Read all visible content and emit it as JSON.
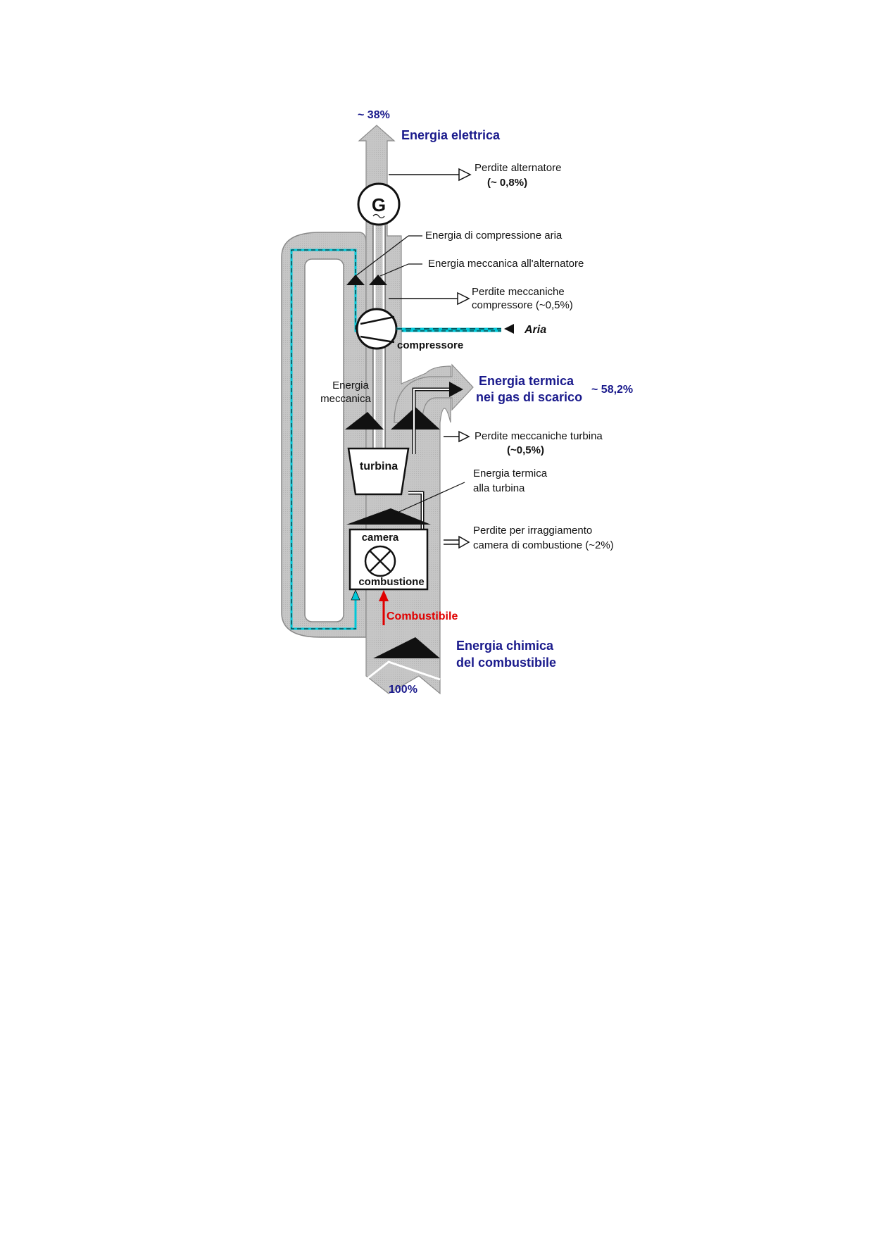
{
  "labels": {
    "electric_pct": "~ 38%",
    "electric": "Energia elettrica",
    "alt_loss_1": "Perdite alternatore",
    "alt_loss_2": "(~ 0,8%)",
    "generator": "G",
    "compression_energy": "Energia di compressione aria",
    "mech_to_alternator": "Energia meccanica all'alternatore",
    "comp_loss_1": "Perdite meccaniche",
    "comp_loss_2": "compressore (~0,5%)",
    "air": "Aria",
    "compressor": "compressore",
    "mech_energy_1": "Energia",
    "mech_energy_2": "meccanica",
    "exhaust_1": "Energia termica",
    "exhaust_2": "nei gas di scarico",
    "exhaust_pct": "~ 58,2%",
    "turb_loss_1": "Perdite meccaniche turbina",
    "turb_loss_2": "(~0,5%)",
    "turbine": "turbina",
    "thermal_turbine_1": "Energia termica",
    "thermal_turbine_2": "alla turbina",
    "rad_loss_1": "Perdite per irraggiamento",
    "rad_loss_2": "camera di combustione (~2%)",
    "chamber_1": "camera",
    "chamber_2": "combustione",
    "fuel": "Combustibile",
    "chemical_1": "Energia chimica",
    "chemical_2": "del combustibile",
    "pct_100": "100%"
  },
  "colors": {
    "flow": "#c8c8c8",
    "dark": "#111111",
    "blue_text": "#1a1a8c",
    "air_line": "#00c8d8",
    "fuel": "#e00000"
  }
}
